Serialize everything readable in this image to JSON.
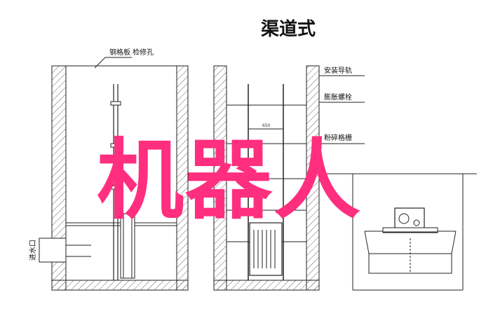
{
  "title": "渠道式",
  "labels": {
    "grating_access": "钢格板 检修孔",
    "install_rail": "安装导轨",
    "expansion_bolt": "膨胀螺栓",
    "crusher_grille": "粉碎格栅",
    "inlet": "进水口",
    "dimension_650": "650"
  },
  "watermark": "机器人",
  "colors": {
    "line": "#222222",
    "hatch": "#555555",
    "watermark": "#ff2e7e",
    "background": "#ffffff"
  }
}
